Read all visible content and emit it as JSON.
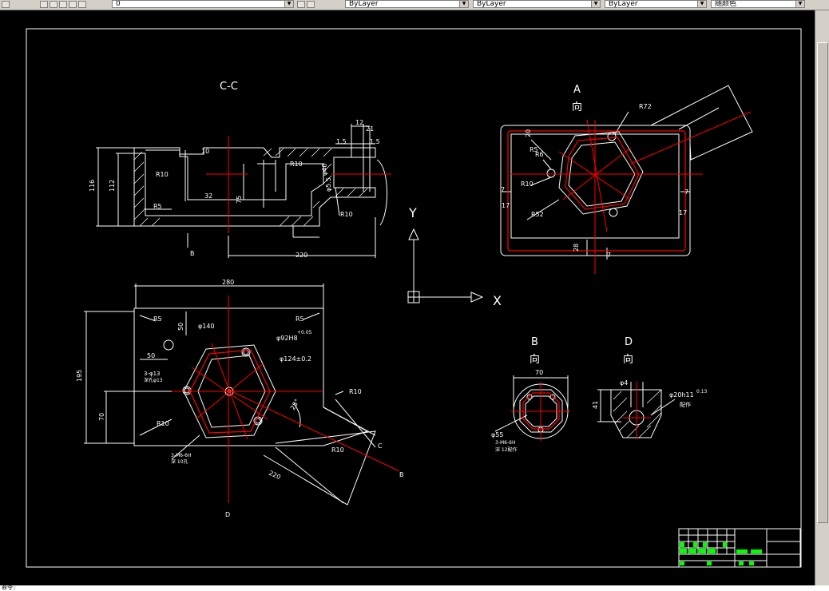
{
  "toolbar": {
    "layer_combo": "0",
    "color_combo": "ByLayer",
    "linetype_combo": "ByLayer",
    "lineweight_combo": "ByLayer",
    "plotstyle_combo": "随颜色"
  },
  "colors": {
    "background": "#000000",
    "linework": "#ffffff",
    "centerline": "#ff0000",
    "titleblock_fill": "#00ff00"
  },
  "views": {
    "section_cc": "C-C",
    "view_a_letter": "A",
    "view_a_dir": "向",
    "view_b_letter": "B",
    "view_b_dir": "向",
    "view_d_letter": "D",
    "view_d_dir": "向"
  },
  "ucs": {
    "x": "X",
    "y": "Y"
  },
  "labels": {
    "section_b": "B",
    "section_d": "D",
    "cut_b": "B",
    "cut_c": "C"
  },
  "dims": {
    "cc_12": "12",
    "cc_21": "21",
    "cc_15a": "1.5",
    "cc_15b": "1.5",
    "cc_10": "10",
    "cc_116": "116",
    "cc_112": "112",
    "cc_r10a": "R10",
    "cc_r10b": "R10",
    "cc_r10c": "R10",
    "cc_r5": "R5",
    "cc_32": "32",
    "cc_75": "75",
    "cc_220": "220",
    "cc_phi40": "φ40",
    "cc_phi55": "φ5.5",
    "a_r72": "R72",
    "a_r6": "R6",
    "a_r5": "R5",
    "a_r10": "R10",
    "a_r52": "R52",
    "a_20": "20",
    "a_7a": "7",
    "a_7b": "7",
    "a_17a": "17",
    "a_17b": "17",
    "a_28": "28",
    "a_7c": "7",
    "p_280": "280",
    "p_r5a": "R5",
    "p_r5b": "R5",
    "p_50a": "50",
    "p_50b": "50",
    "p_phi140": "φ140",
    "p_phi92": "φ92H8",
    "p_tol": "+0.05",
    "p_phi124": "φ124±0.2",
    "p_195": "195",
    "p_3phi13": "3-φ13",
    "p_3phi13b": "深孔φ13",
    "p_70": "70",
    "p_r10a": "R10",
    "p_r10b": "R10",
    "p_r10c": "R10",
    "p_28": "28°",
    "p_3m6": "3-M6-6H",
    "p_3m6b": "深 10孔",
    "p_220": "220",
    "b_70": "70",
    "b_phi55": "φ55",
    "b_3m6": "3-M6-6H",
    "b_3m6b": "深 12配作",
    "d_phi4": "φ4",
    "d_41": "41",
    "d_phi20": "φ20h11",
    "d_tol": "0.13",
    "d_note": "配作"
  },
  "cmdline": "命令:"
}
